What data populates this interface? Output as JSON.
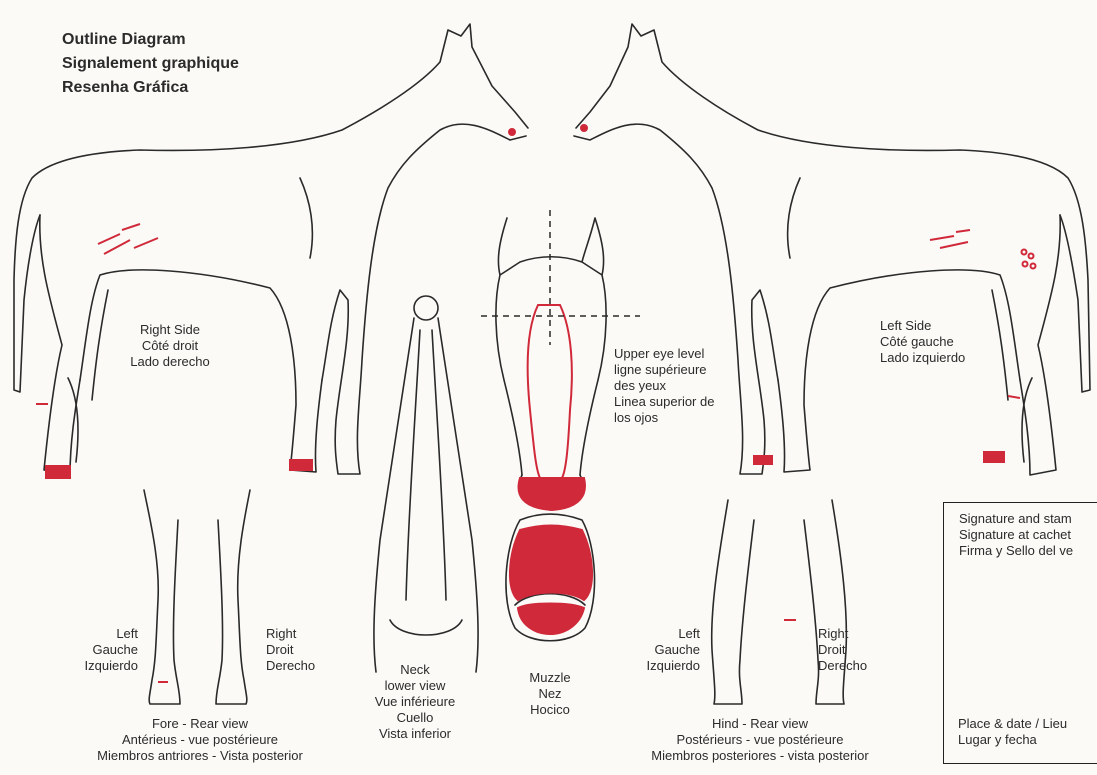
{
  "title": {
    "line1": "Outline Diagram",
    "line2": "Signalement graphique",
    "line3": "Resenha Gráfica"
  },
  "right_side": {
    "line1": "Right Side",
    "line2": "Côté droit",
    "line3": "Lado derecho"
  },
  "left_side": {
    "line1": "Left Side",
    "line2": "Côté gauche",
    "line3": "Lado izquierdo"
  },
  "eye_level": {
    "line1": "Upper eye level",
    "line2": "ligne supérieure",
    "line3": "des yeux",
    "line4": "Linea superior de",
    "line5": "los ojos"
  },
  "fore": {
    "left": {
      "line1": "Left",
      "line2": "Gauche",
      "line3": "Izquierdo"
    },
    "right": {
      "line1": "Right",
      "line2": "Droit",
      "line3": "Derecho"
    },
    "caption1": "Fore - Rear view",
    "caption2": "Antérieus - vue postérieure",
    "caption3": "Miembros antriores - Vista posterior"
  },
  "neck": {
    "line1": "Neck",
    "line2": "lower view",
    "line3": "Vue inférieure",
    "line4": "Cuello",
    "line5": "Vista inferior"
  },
  "muzzle": {
    "line1": "Muzzle",
    "line2": "Nez",
    "line3": "Hocico"
  },
  "hind": {
    "left": {
      "line1": "Left",
      "line2": "Gauche",
      "line3": "Izquierdo"
    },
    "right": {
      "line1": "Right",
      "line2": "Droit",
      "line3": "Derecho"
    },
    "caption1": "Hind - Rear view",
    "caption2": "Postérieurs - vue postérieure",
    "caption3": "Miembros posteriores - vista posterior"
  },
  "signature": {
    "line1": "Signature and stam",
    "line2": "Signature at cachet",
    "line3": "Firma y Sello del ve",
    "place1": "Place & date / Lieu",
    "place2": "Lugar y fecha"
  },
  "colors": {
    "ink": "#2a2a2a",
    "marking": "#d0293a"
  }
}
